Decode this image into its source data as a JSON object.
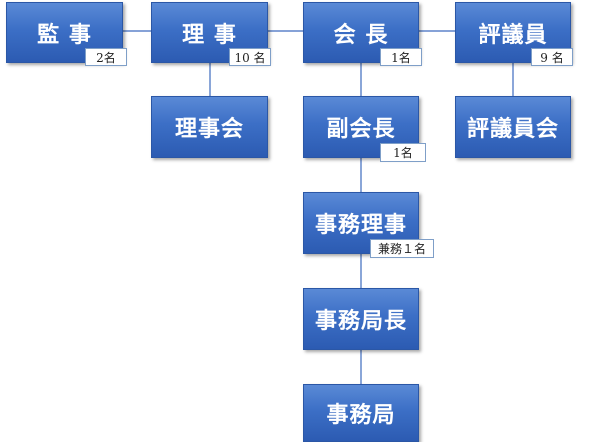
{
  "org_chart": {
    "nodes": {
      "kanji": {
        "label": "監 事",
        "count": "2名"
      },
      "riji": {
        "label": "理 事",
        "count": "10 名"
      },
      "kaicho": {
        "label": "会 長",
        "count": "1名"
      },
      "hyogiin": {
        "label": "評議員",
        "count": "9 名"
      },
      "rijikai": {
        "label": "理事会"
      },
      "fukukaicho": {
        "label": "副会長",
        "count": "1名"
      },
      "hyogiinkai": {
        "label": "評議員会"
      },
      "jimu_riji": {
        "label": "事務理事",
        "count": "兼務１名"
      },
      "jimukyokucho": {
        "label": "事務局長"
      },
      "jimukyoku": {
        "label": "事務局"
      }
    }
  },
  "colors": {
    "node_fill": "#3c6fc6",
    "node_border": "#2b57a6",
    "connector": "#3d6bbf",
    "badge_border": "#7f9fc8"
  }
}
